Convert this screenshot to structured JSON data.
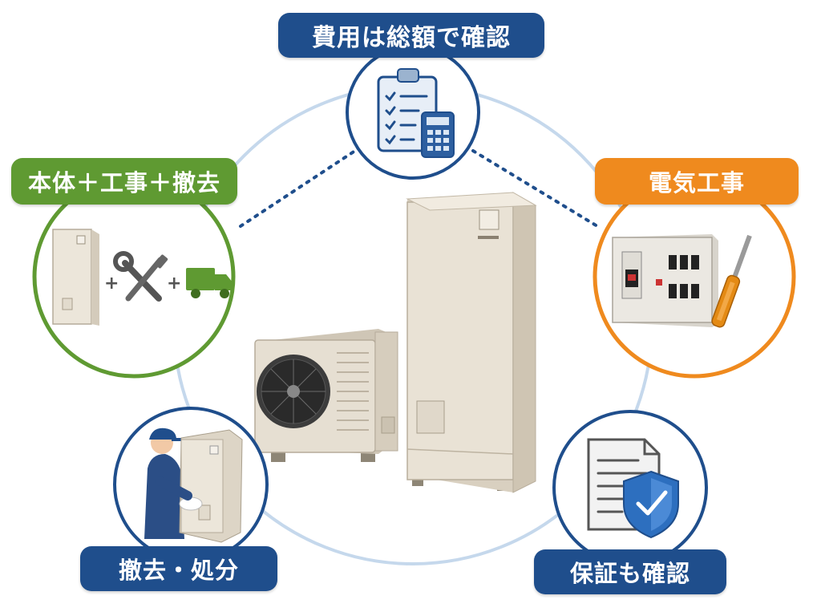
{
  "center": {
    "label": "費用は総額で確認",
    "icon": "clipboard-calculator-icon",
    "color": "#1f4e8c"
  },
  "left_top": {
    "label": "本体＋工事＋撤去",
    "icon": "water-heater-tools-truck-icon",
    "color": "#5f9a32"
  },
  "right_top": {
    "label": "電気工事",
    "icon": "breaker-panel-screwdriver-icon",
    "color": "#ef8a1e"
  },
  "left_bottom": {
    "label": "撤去・処分",
    "icon": "worker-carrying-unit-icon",
    "color": "#1f4e8c"
  },
  "right_bottom": {
    "label": "保証も確認",
    "icon": "document-shield-icon",
    "color": "#1f4e8c"
  },
  "hero": {
    "icon": "heat-pump-water-heater-icon"
  }
}
